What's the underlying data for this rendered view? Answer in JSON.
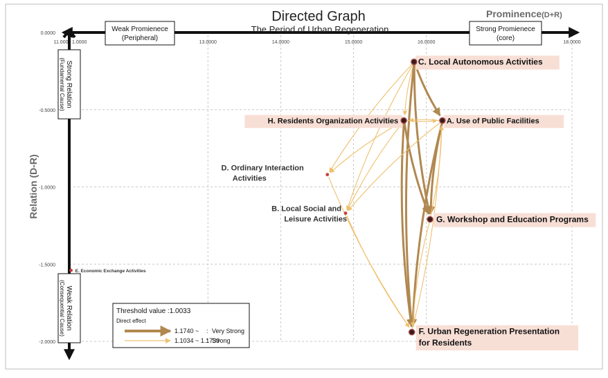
{
  "chart_data": {
    "type": "scatter",
    "title": "Directed Graph",
    "subtitle": "The Period of Urban Regeneration",
    "xlabel": "Prominence",
    "xlabel_suffix": "(D+R)",
    "ylabel": "Relation (D-R)",
    "xlim": [
      11.0,
      18.0
    ],
    "ylim": [
      -2.0,
      0.0
    ],
    "x_ticks": [
      {
        "v": 11.0,
        "label": "11.0000"
      },
      {
        "v": 13.0,
        "label": "13.0000"
      },
      {
        "v": 14.0,
        "label": "14.0000"
      },
      {
        "v": 15.0,
        "label": "15.0000"
      },
      {
        "v": 16.0,
        "label": "16.0000"
      },
      {
        "v": 18.0,
        "label": "18.0000"
      }
    ],
    "y_ticks": [
      {
        "v": 0.0,
        "label": "0.0000"
      },
      {
        "v": -0.5,
        "label": "-0.5000"
      },
      {
        "v": -1.0,
        "label": "-1.0000"
      },
      {
        "v": -1.5,
        "label": "-1.5000"
      },
      {
        "v": -2.0,
        "label": "-2.0000"
      }
    ],
    "x_tick_label_extra": {
      "label": "1.0000"
    },
    "grid": true,
    "prominence_labels": {
      "weak": {
        "line1": "Weak Promienece",
        "line2": "(Peripheral)"
      },
      "strong": {
        "line1": "Strong Promienece",
        "line2": "(core)"
      }
    },
    "relation_labels": {
      "strong": {
        "line1": "Strong Relation",
        "line2": "(Fundamental Cause)"
      },
      "weak": {
        "line1": "Weak Relation",
        "line2": "(Consequential Cause)"
      }
    },
    "points": [
      {
        "id": "C",
        "lines": [
          "C. Local Autonomous Activities"
        ],
        "x": 15.83,
        "y": -0.19,
        "highlight": true
      },
      {
        "id": "A",
        "lines": [
          "A. Use of Public Facilities"
        ],
        "x": 16.22,
        "y": -0.57,
        "highlight": true
      },
      {
        "id": "H",
        "lines": [
          "H. Residents Organization Activities"
        ],
        "x": 15.69,
        "y": -0.57,
        "highlight": true
      },
      {
        "id": "D",
        "lines": [
          "D. Ordinary Interaction",
          "Activities"
        ],
        "x": 14.64,
        "y": -0.92,
        "highlight": false
      },
      {
        "id": "B",
        "lines": [
          "B. Local Social and",
          "Leisure Activities"
        ],
        "x": 14.89,
        "y": -1.17,
        "highlight": false
      },
      {
        "id": "G",
        "lines": [
          "G. Workshop and Education Programs"
        ],
        "x": 16.05,
        "y": -1.21,
        "highlight": true
      },
      {
        "id": "F",
        "lines": [
          "F. Urban Regeneration Presentation",
          "for Residents"
        ],
        "x": 15.8,
        "y": -1.94,
        "highlight": true
      },
      {
        "id": "E",
        "lines": [
          "E. Economic Exchange Activities"
        ],
        "x": 11.12,
        "y": -1.54,
        "highlight": false
      }
    ],
    "edges": [
      {
        "from": "C",
        "to": "A",
        "strength": "very_strong"
      },
      {
        "from": "C",
        "to": "H",
        "strength": "strong"
      },
      {
        "from": "C",
        "to": "G",
        "strength": "very_strong"
      },
      {
        "from": "C",
        "to": "F",
        "strength": "very_strong"
      },
      {
        "from": "C",
        "to": "D",
        "strength": "strong"
      },
      {
        "from": "C",
        "to": "B",
        "strength": "strong"
      },
      {
        "from": "H",
        "to": "A",
        "strength": "strong"
      },
      {
        "from": "A",
        "to": "H",
        "strength": "strong"
      },
      {
        "from": "H",
        "to": "G",
        "strength": "very_strong"
      },
      {
        "from": "H",
        "to": "F",
        "strength": "very_strong"
      },
      {
        "from": "H",
        "to": "D",
        "strength": "strong"
      },
      {
        "from": "H",
        "to": "B",
        "strength": "strong"
      },
      {
        "from": "A",
        "to": "G",
        "strength": "very_strong"
      },
      {
        "from": "A",
        "to": "F",
        "strength": "very_strong"
      },
      {
        "from": "A",
        "to": "B",
        "strength": "strong"
      },
      {
        "from": "G",
        "to": "F",
        "strength": "strong"
      },
      {
        "from": "G",
        "to": "A",
        "strength": "strong"
      },
      {
        "from": "F",
        "to": "A",
        "strength": "strong"
      },
      {
        "from": "D",
        "to": "F",
        "strength": "strong"
      },
      {
        "from": "B",
        "to": "F",
        "strength": "strong"
      }
    ],
    "legend": {
      "threshold": "Threshold value :1.0033",
      "heading": "Direct effect",
      "items": [
        {
          "range": "1.1740 ~",
          "sep": ":",
          "label": "Very Strong",
          "strength": "very_strong"
        },
        {
          "range": "1.1034 ~ 1.1739",
          "sep": ":",
          "label": "Strong",
          "strength": "strong"
        }
      ]
    },
    "colors": {
      "very_strong": "#b08850",
      "strong": "#eec06e",
      "highlight_bg": "#f8dfd6",
      "node_fill": "#3a1a1a",
      "node_ring": "#a04848",
      "small_node": "#c84040",
      "grid": "#c8c8c8",
      "axis": "#111111"
    }
  }
}
